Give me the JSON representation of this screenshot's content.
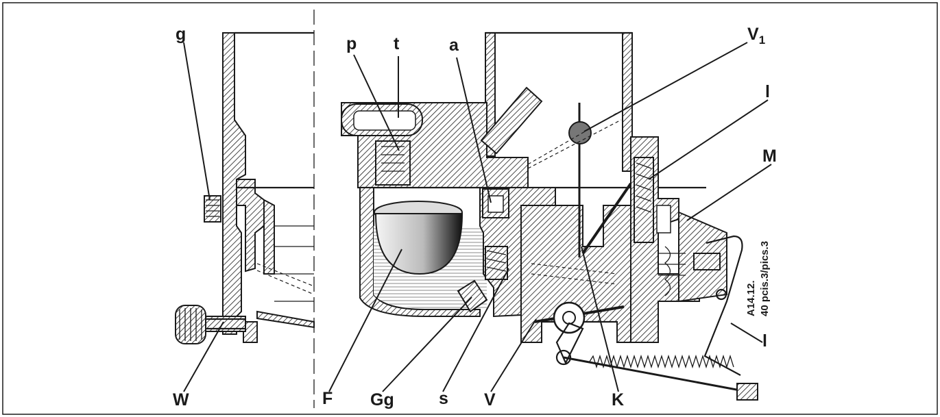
{
  "diagram": {
    "labels": {
      "g": "g",
      "p": "p",
      "t": "t",
      "a": "a",
      "v1_main": "V",
      "v1_sub": "1",
      "l_top": "l",
      "m": "M",
      "l_lever": "l",
      "w": "W",
      "f": "F",
      "gg": "Gg",
      "s": "s",
      "v": "V",
      "k": "K"
    },
    "reference_line1": "A14.12.",
    "reference_line2": "40 pcis.3/pics.3"
  }
}
